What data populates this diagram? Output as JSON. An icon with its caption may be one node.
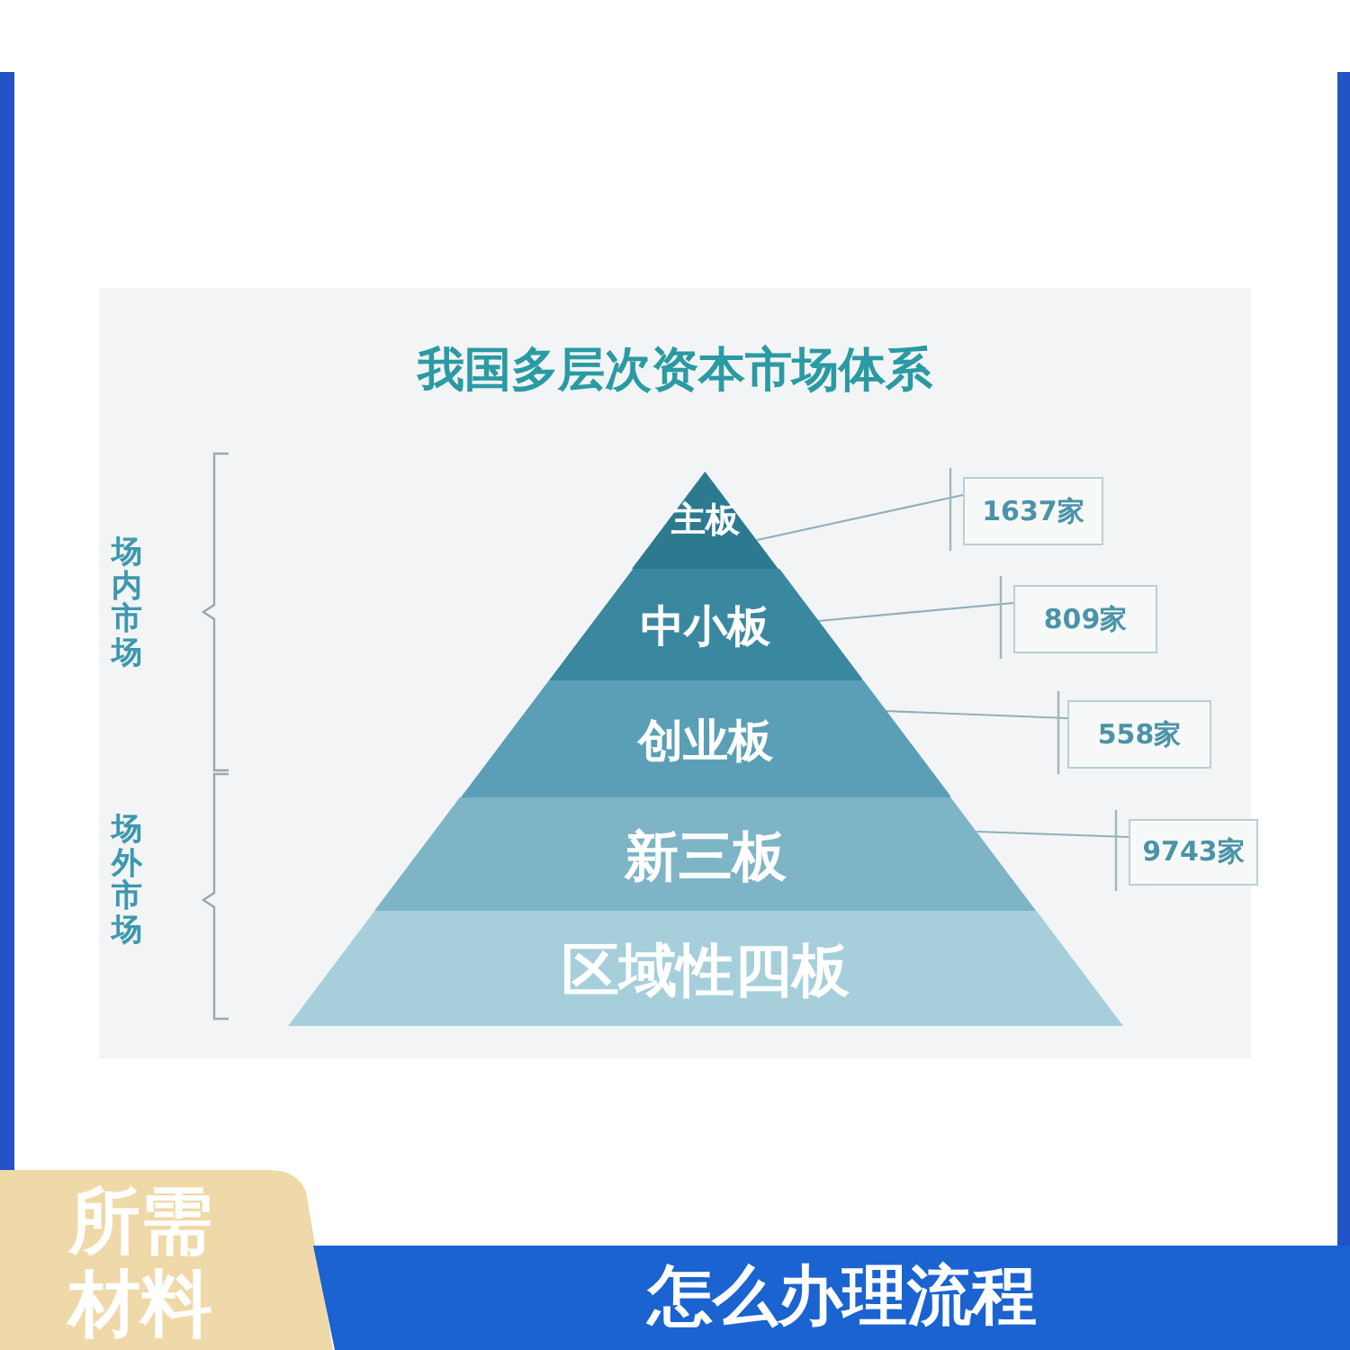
{
  "diagram": {
    "title": "我国多层次资本市场体系",
    "nodes": [
      {
        "text": [
          "主板"
        ]
      },
      {
        "text": [
          "中小板"
        ]
      },
      {
        "text": [
          "创业板"
        ]
      },
      {
        "text": [
          "新三板"
        ]
      },
      {
        "text": [
          "区域性四板"
        ]
      },
      {
        "text": [
          "1637家"
        ]
      },
      {
        "text": [
          "809家"
        ]
      },
      {
        "text": [
          "558家"
        ]
      },
      {
        "text": [
          "9743家"
        ]
      }
    ],
    "edges": [
      {
        "from": 0,
        "to": 5,
        "arrow": "none"
      },
      {
        "from": 1,
        "to": 6,
        "arrow": "none"
      },
      {
        "from": 2,
        "to": 7,
        "arrow": "none"
      },
      {
        "from": 3,
        "to": 8,
        "arrow": "none"
      }
    ],
    "labels": [
      "场内市场",
      "场外市场",
      "所需材料",
      "怎么办理流程"
    ]
  }
}
